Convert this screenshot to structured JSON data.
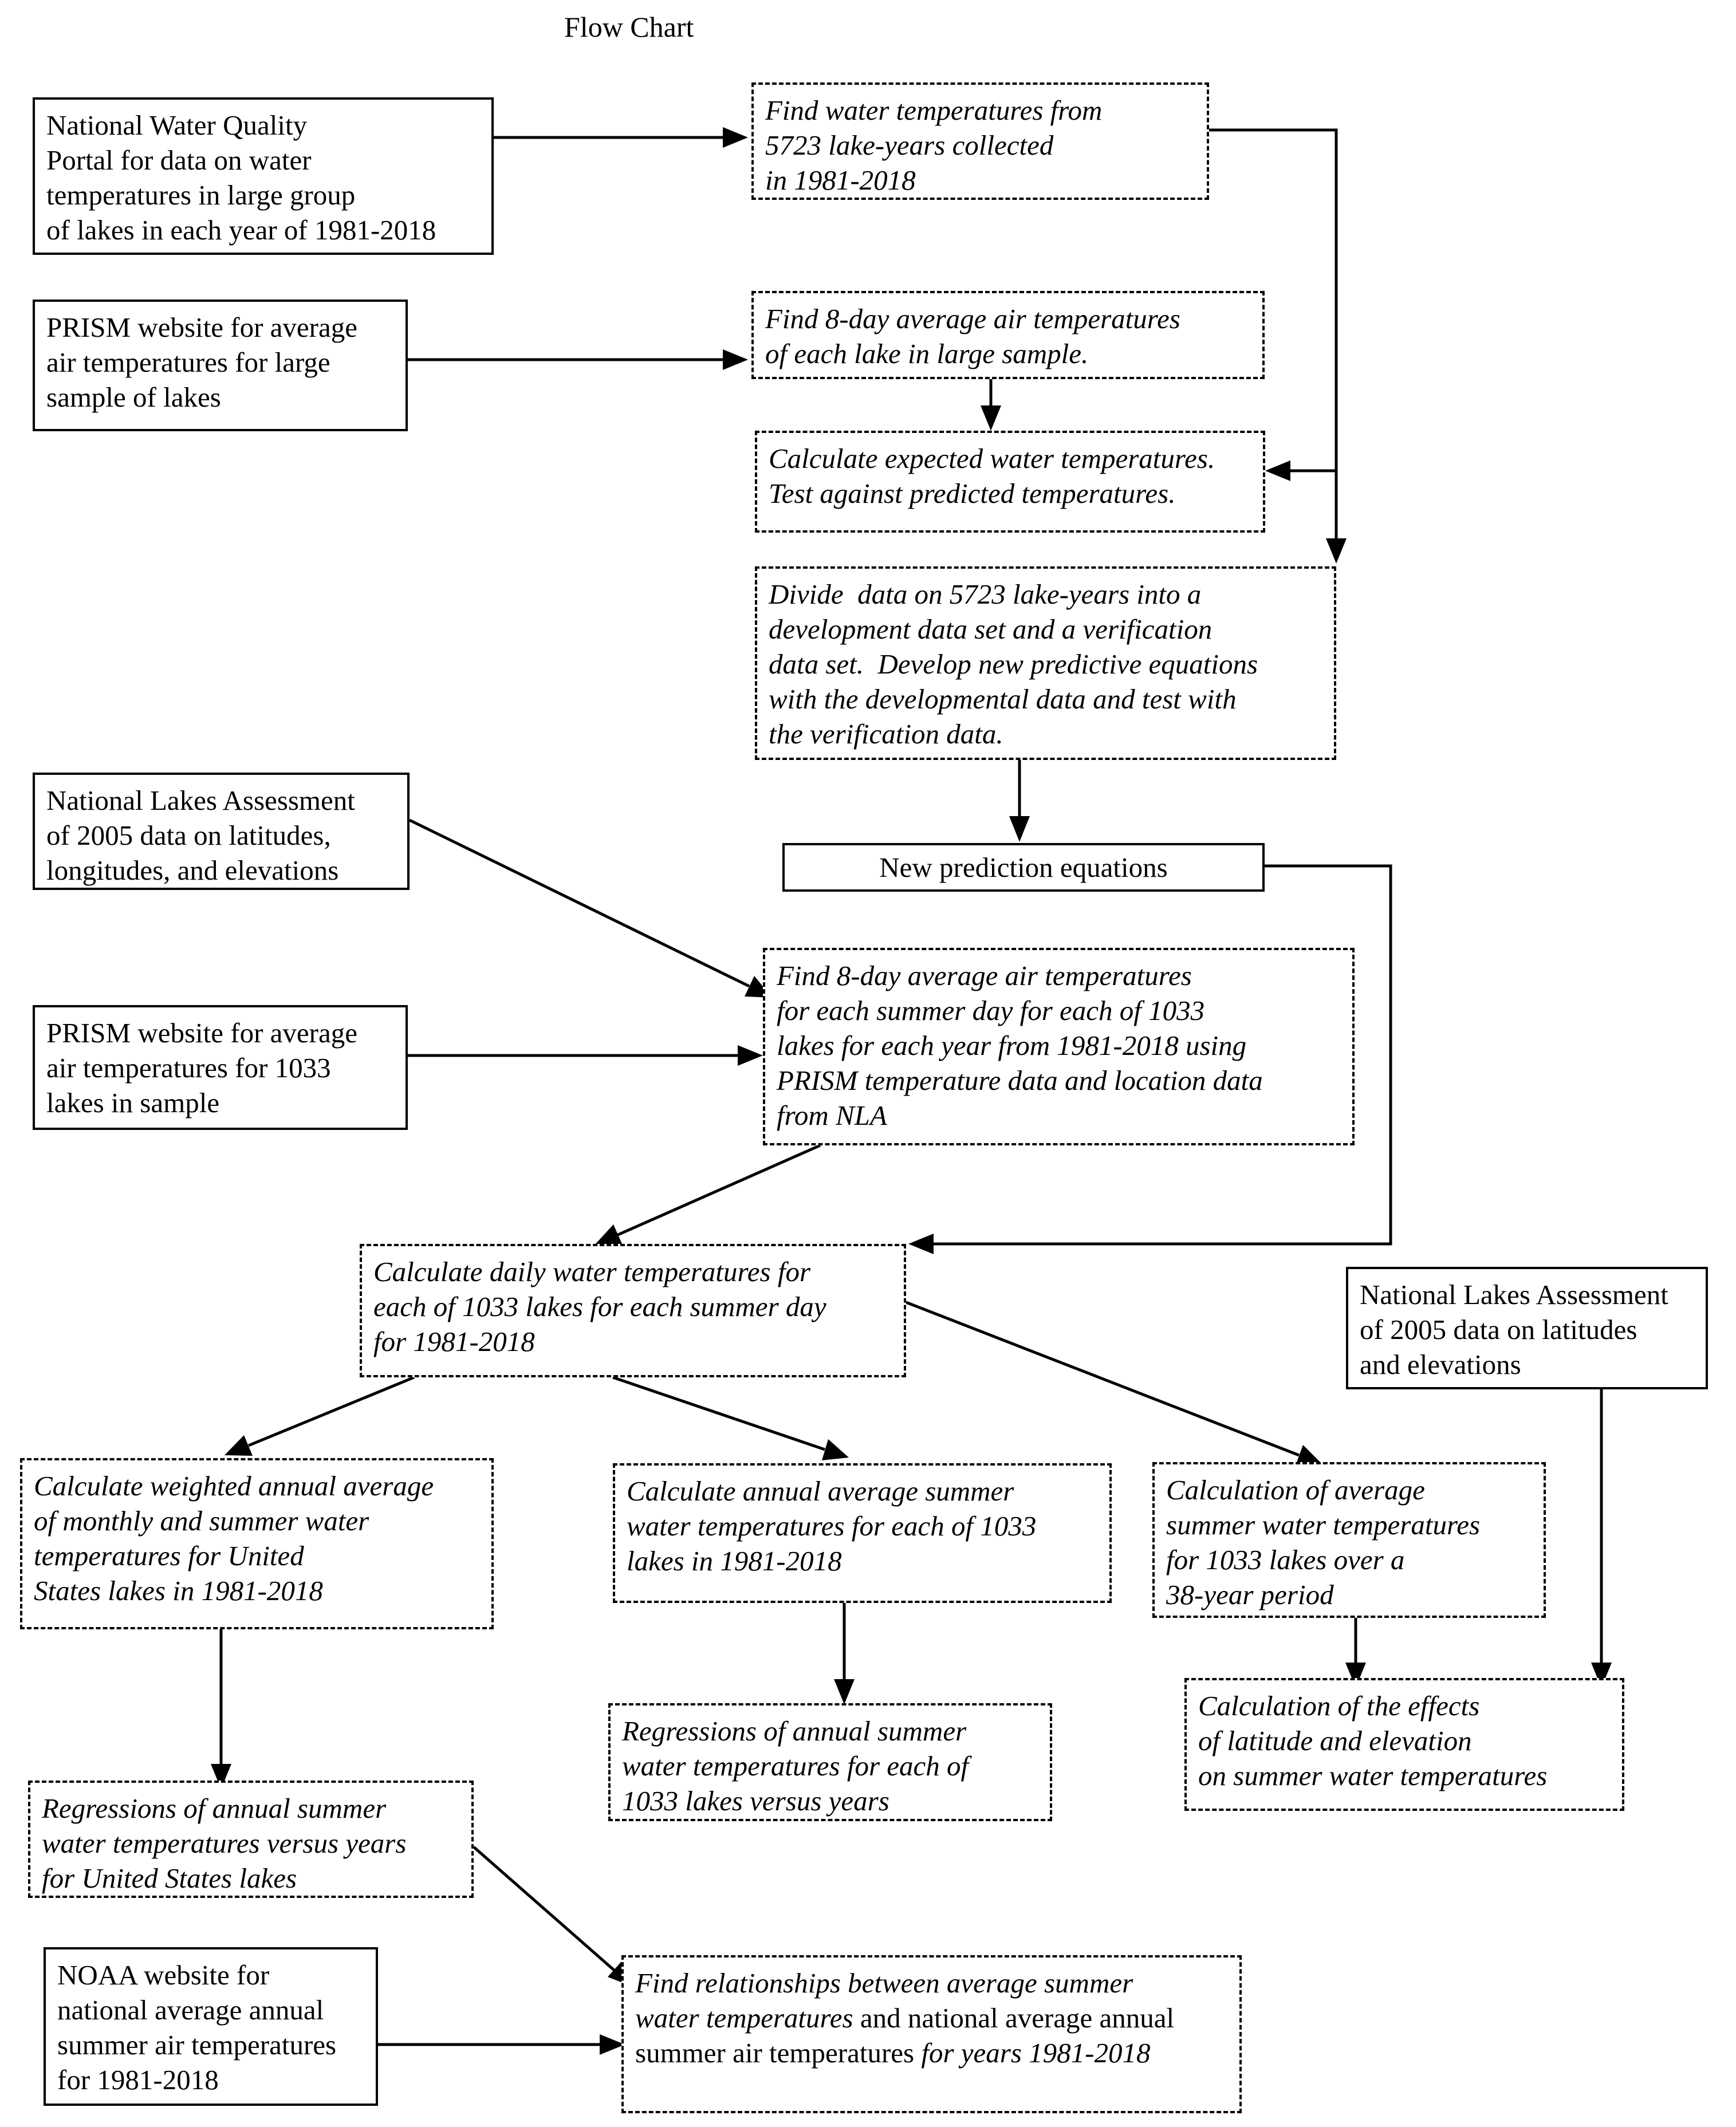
{
  "title": "Flow Chart",
  "nodes": {
    "nwqp": {
      "lines": [
        "National Water Quality",
        "Portal for data on water",
        "temperatures in large group",
        "of lakes in each year of 1981-2018"
      ]
    },
    "find_water_temps": {
      "lines": [
        "Find water temperatures from",
        "5723 lake-years collected",
        "in 1981-2018"
      ]
    },
    "prism_large": {
      "lines": [
        "PRISM website for average",
        "air temperatures for large",
        "sample of lakes"
      ]
    },
    "find_air_large": {
      "lines": [
        "Find 8-day average air temperatures",
        "of each lake in large sample."
      ]
    },
    "calc_expected": {
      "lines": [
        "Calculate expected water temperatures.",
        "Test against predicted temperatures."
      ]
    },
    "divide_data": {
      "lines": [
        "Divide  data on 5723 lake-years into a",
        "development data set and a verification",
        "data set.  Develop new predictive equations",
        "with the developmental data and test with",
        "the verification data."
      ]
    },
    "new_equations": {
      "lines": [
        "New prediction equations"
      ]
    },
    "nla_lat_long": {
      "lines": [
        "National Lakes Assessment",
        "of 2005 data on latitudes,",
        "longitudes, and elevations"
      ]
    },
    "prism_1033": {
      "lines": [
        "PRISM website for average",
        "air temperatures for 1033",
        "lakes in sample"
      ]
    },
    "find_air_1033": {
      "lines": [
        "Find 8-day average air temperatures",
        "for each summer day for each of 1033",
        "lakes for each year from 1981-2018 using",
        "PRISM temperature data and location data",
        "from NLA"
      ]
    },
    "calc_daily": {
      "lines": [
        "Calculate daily water temperatures for",
        "each of 1033 lakes for each summer day",
        "for 1981-2018"
      ]
    },
    "nla_lat_elev": {
      "lines": [
        "National Lakes Assessment",
        "of 2005 data on latitudes",
        "and elevations"
      ]
    },
    "weighted_avg": {
      "lines": [
        "Calculate weighted annual average",
        "of monthly and summer water",
        "temperatures for United",
        "States lakes in 1981-2018"
      ]
    },
    "annual_avg": {
      "lines": [
        "Calculate annual average summer",
        "water temperatures for each of 1033",
        "lakes in 1981-2018"
      ]
    },
    "avg_38yr": {
      "lines": [
        "Calculation of average",
        "summer water temperatures",
        "for 1033 lakes over a",
        "38-year period"
      ]
    },
    "regress_each": {
      "lines": [
        "Regressions of annual summer",
        "water temperatures for each of",
        "1033 lakes versus years"
      ]
    },
    "effects": {
      "lines": [
        "Calculation of the effects",
        "of latitude and elevation",
        "on summer water temperatures"
      ]
    },
    "regress_us": {
      "lines": [
        "Regressions of annual summer",
        "water temperatures versus years",
        "for United States lakes"
      ]
    },
    "noaa": {
      "lines": [
        "NOAA website for",
        "national average annual",
        "summer air temperatures",
        "for 1981-2018"
      ]
    },
    "relationships": {
      "line1": "Find relationships between average summer",
      "line2_italic": "water temperatures ",
      "line2_upright": "and national average annual",
      "line3_upright": "summer air temperatures ",
      "line3_italic": "for years 1981-2018"
    }
  }
}
